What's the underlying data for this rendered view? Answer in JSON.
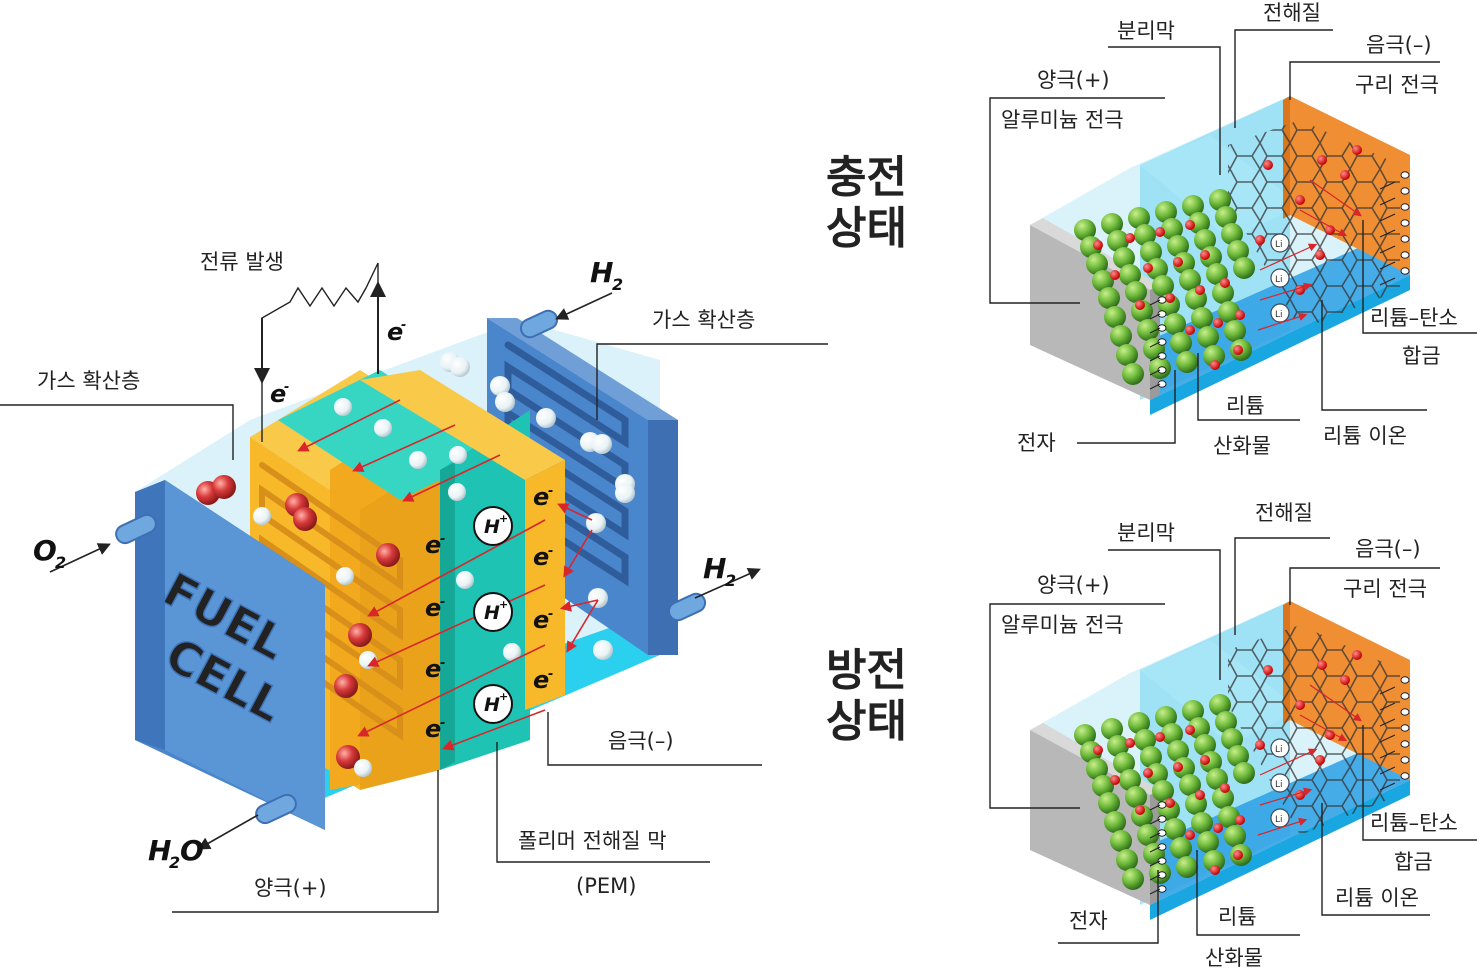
{
  "fuel_cell": {
    "current_label": "전류 발생",
    "gas_layer_left": "가스 확산층",
    "gas_layer_right": "가스 확산층",
    "anode": "양극(+)",
    "cathode": "음극(–)",
    "pem_label": "폴리머 전해질 막",
    "pem_abbr": "(PEM)",
    "panel_line1": "FUEL",
    "panel_line2": "CELL",
    "h2_in": "H",
    "h2_out": "H",
    "o2_in": "O",
    "water_out_h": "H",
    "water_out_o": "O",
    "subscript_2": "2",
    "electron": "e",
    "electron_sup": "-",
    "proton": "H",
    "proton_sup": "+"
  },
  "charge_panel": {
    "state_line1": "충전",
    "state_line2": "상태",
    "separator": "분리막",
    "electrolyte": "전해질",
    "positive": "양극(+)",
    "aluminum": "알루미늄 전극",
    "negative": "음극(–)",
    "copper": "구리 전극",
    "alloy1": "리튬–탄소",
    "alloy2": "합금",
    "electron": "전자",
    "oxide1": "리튬",
    "oxide2": "산화물",
    "ion": "리튬 이온",
    "li": "Li"
  },
  "discharge_panel": {
    "state_line1": "방전",
    "state_line2": "상태",
    "separator": "분리막",
    "electrolyte": "전해질",
    "positive": "양극(+)",
    "aluminum": "알루미늄 전극",
    "negative": "음극(–)",
    "copper": "구리 전극",
    "alloy1": "리튬–탄소",
    "alloy2": "합금",
    "ion": "리튬 이온",
    "electron": "전자",
    "oxide1": "리튬",
    "oxide2": "산화물",
    "li": "Li"
  },
  "colors": {
    "fuel_panel_blue": "#4a86cc",
    "gold_layer": "#f7b92a",
    "teal_membrane": "#1fc3b3",
    "light_cyan": "#2ad0ee",
    "orange_electrode": "#f08e34",
    "gray_electrode": "#b8b8b8",
    "lithium_green": "#6cb83a",
    "ion_red": "#e02020"
  }
}
